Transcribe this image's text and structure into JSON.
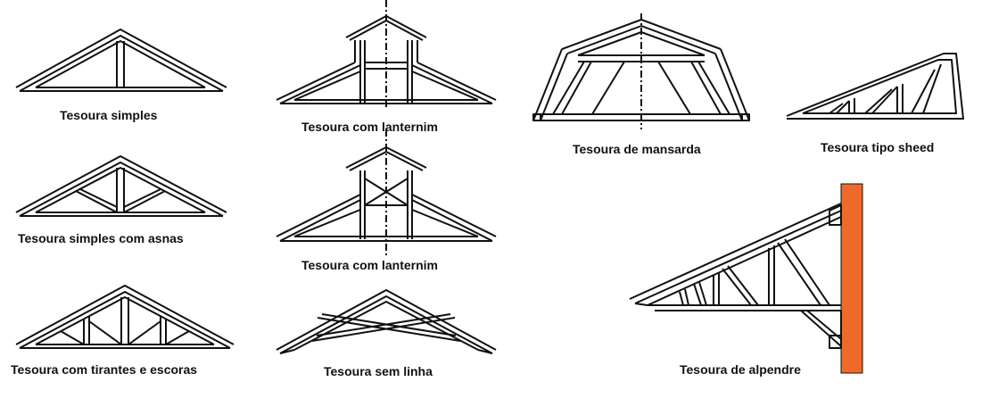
{
  "labels": {
    "simples": "Tesoura simples",
    "simples_asnas": "Tesoura simples com asnas",
    "tirantes_escoras": "Tesoura com tirantes e escoras",
    "lanternim_1": "Tesoura com lanternim",
    "lanternim_2": "Tesoura com lanternim",
    "sem_linha": "Tesoura sem linha",
    "mansarda": "Tesoura de mansarda",
    "sheed": "Tesoura tipo sheed",
    "alpendre": "Tesoura de alpendre"
  },
  "colors": {
    "line": "#111111",
    "column": "#ee6a2a"
  }
}
